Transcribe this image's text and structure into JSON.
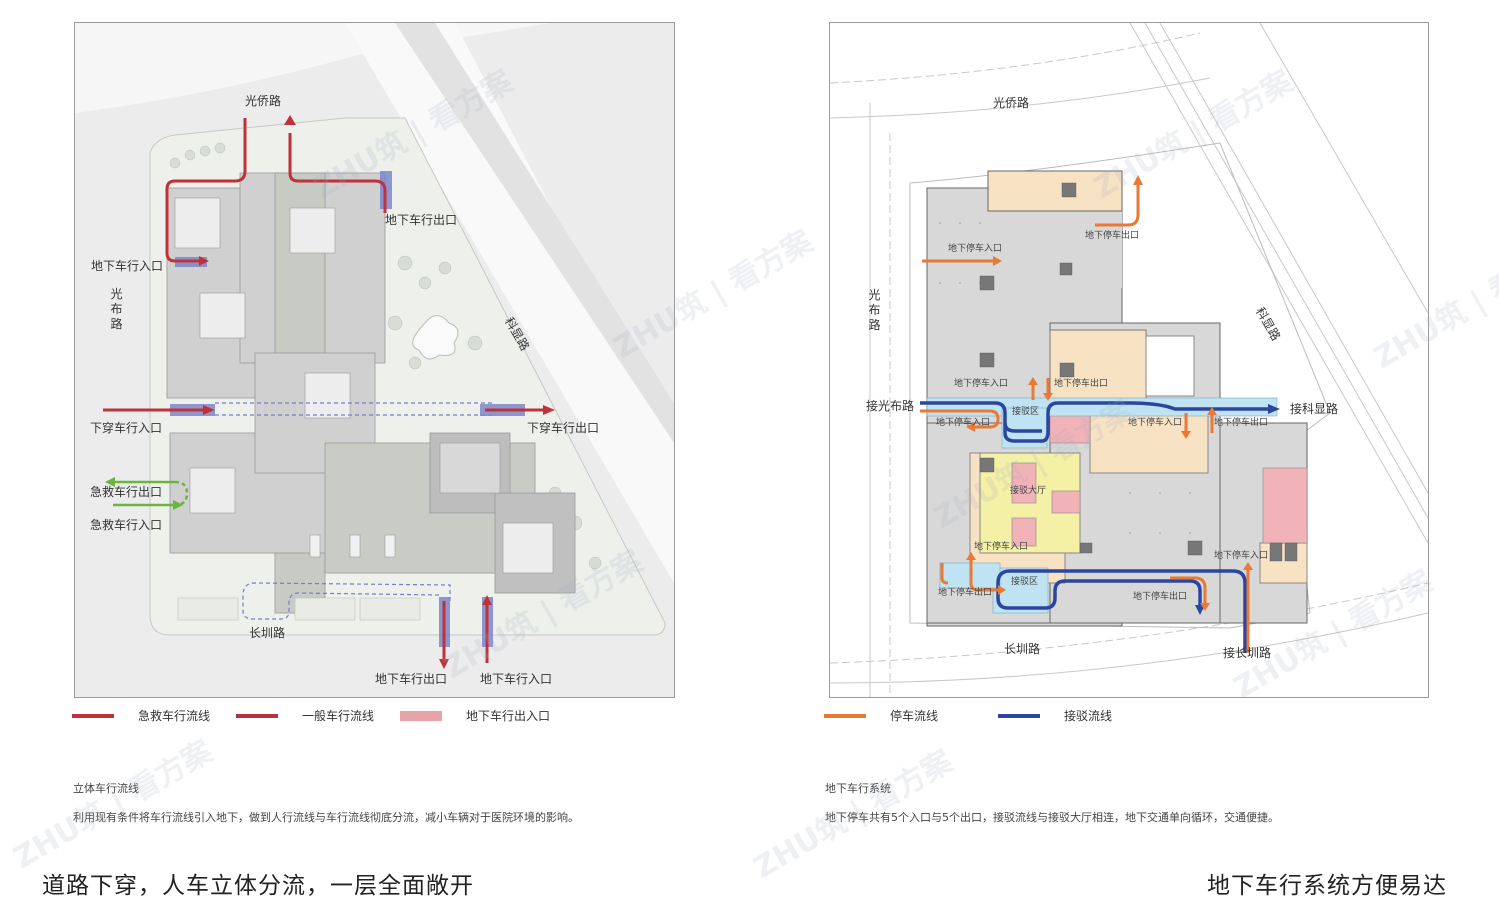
{
  "left_plan": {
    "roads": {
      "north": "光侨路",
      "west": "光布路",
      "east": "科显路",
      "south": "长圳路"
    },
    "labels": {
      "underground_entry_nw": "地下车行入口",
      "underground_exit_ne": "地下车行出口",
      "underpass_entry": "下穿车行入口",
      "underpass_exit": "下穿车行出口",
      "emergency_exit": "急救车行出口",
      "emergency_entry": "急救车行入口",
      "underground_exit_s": "地下车行出口",
      "underground_entry_s": "地下车行入口"
    },
    "legend": [
      {
        "label": "急救车行流线",
        "color": "#c0323a",
        "kind": "line"
      },
      {
        "label": "一般车行流线",
        "color": "#b8323c",
        "kind": "line"
      },
      {
        "label": "地下车行出入口",
        "color": "#e7a3a8",
        "kind": "box"
      }
    ],
    "caption": {
      "title": "立体车行流线",
      "text": "利用现有条件将车行流线引入地下，做到人行流线与车行流线彻底分流，减小车辆对于医院环境的影响。"
    },
    "headline": "道路下穿，人车立体分流，一层全面敞开"
  },
  "right_plan": {
    "roads": {
      "north": "光侨路",
      "west": "光布路",
      "east": "科显路",
      "south": "长圳路"
    },
    "labels": {
      "parking_entry_1": "地下停车入口",
      "parking_exit_1": "地下停车出口",
      "parking_entry_2": "地下停车入口",
      "parking_exit_2": "地下停车出口",
      "parking_entry_3": "地下停车入口",
      "parking_entry_4": "地下停车入口",
      "parking_exit_3": "地下停车出口",
      "parking_entry_5": "地下停车入口",
      "parking_exit_4": "地下停车出口",
      "parking_entry_6": "地下停车入口",
      "parking_exit_5": "地下停车出口",
      "transfer_zone_1": "接驳区",
      "transfer_zone_2": "接驳区",
      "transfer_hall": "接驳大厅",
      "connect_west": "接光布路",
      "connect_east": "接科显路",
      "connect_south": "接长圳路"
    },
    "legend": [
      {
        "label": "停车流线",
        "color": "#e87a35",
        "kind": "line"
      },
      {
        "label": "接驳流线",
        "color": "#2c46a0",
        "kind": "line"
      }
    ],
    "caption": {
      "title": "地下车行系统",
      "text": "地下停车共有5个入口与5个出口，接驳流线与接驳大厅相连，地下交通单向循环，交通便捷。"
    },
    "headline": "地下车行系统方便易达"
  },
  "colors": {
    "red_flow": "#c0323a",
    "blue_box": "#7d86c9",
    "green_flow": "#6cb33f",
    "orange_flow": "#e87a35",
    "blue_flow": "#2c46a0",
    "light_blue": "#bfe3f2",
    "peach": "#f8e2c4",
    "pink": "#f1b3b8",
    "yellow": "#f4f0a6",
    "parking_grey": "#d8d8d8"
  },
  "watermark": "ZHU筑 | 看方案"
}
